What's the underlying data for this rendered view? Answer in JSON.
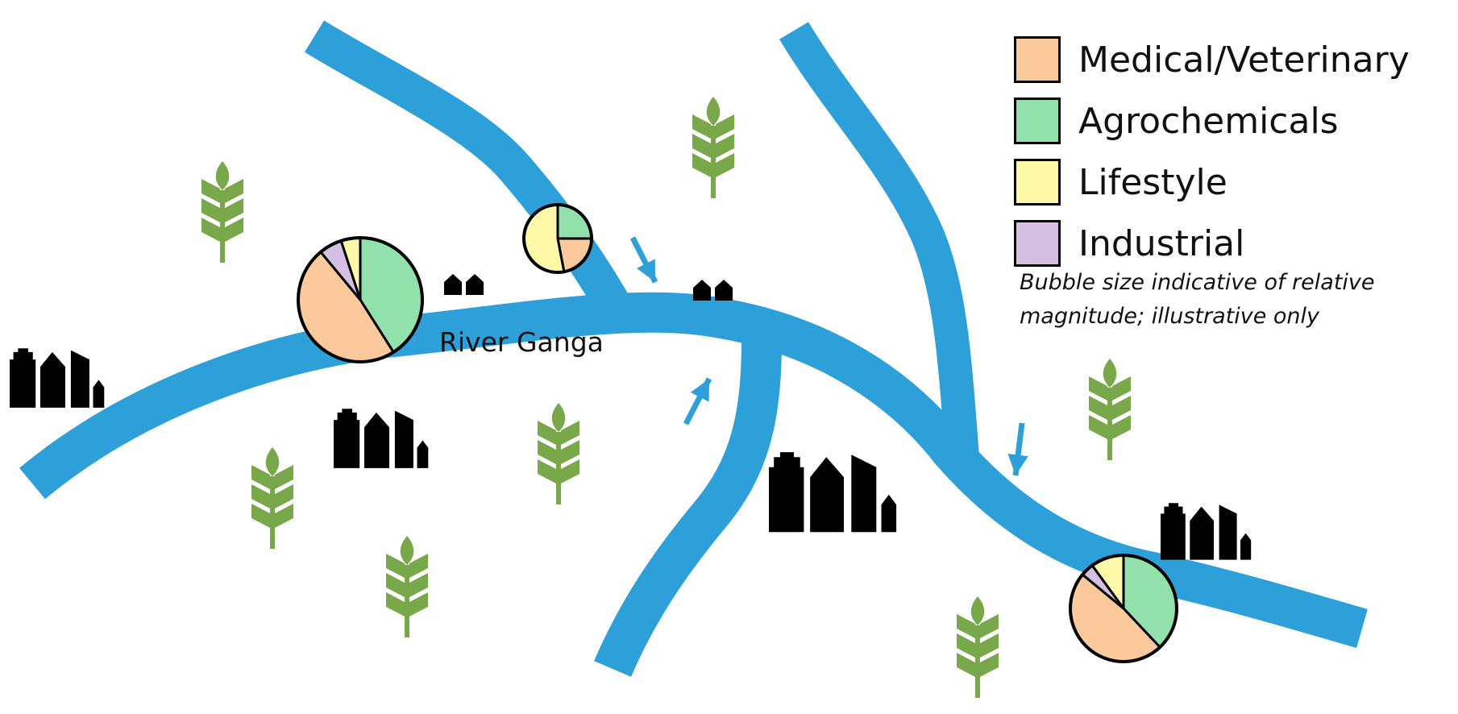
{
  "river_label": "River Ganga",
  "legend": [
    {
      "label": "Medical/Veterinary",
      "color": "#fcc99c"
    },
    {
      "label": "Agrochemicals",
      "color": "#92e0ac"
    },
    {
      "label": "Lifestyle",
      "color": "#fdf9a8"
    },
    {
      "label": "Industrial",
      "color": "#d5c0e4"
    }
  ],
  "note": "Bubble size indicative of relative magnitude; illustrative only",
  "colors": {
    "river": "#2d9fd9",
    "crop": "#78a849",
    "building": "#000000"
  },
  "chart_data": [
    {
      "type": "pie",
      "name": "west-bubble",
      "relative_size": "large",
      "slices": [
        {
          "category": "Medical/Veterinary",
          "value": 48
        },
        {
          "category": "Agrochemicals",
          "value": 41
        },
        {
          "category": "Lifestyle",
          "value": 5
        },
        {
          "category": "Industrial",
          "value": 6
        }
      ]
    },
    {
      "type": "pie",
      "name": "tributary-bubble",
      "relative_size": "small",
      "slices": [
        {
          "category": "Medical/Veterinary",
          "value": 22
        },
        {
          "category": "Agrochemicals",
          "value": 25
        },
        {
          "category": "Lifestyle",
          "value": 53
        },
        {
          "category": "Industrial",
          "value": 0
        }
      ]
    },
    {
      "type": "pie",
      "name": "east-bubble",
      "relative_size": "medium",
      "slices": [
        {
          "category": "Medical/Veterinary",
          "value": 48
        },
        {
          "category": "Agrochemicals",
          "value": 38
        },
        {
          "category": "Lifestyle",
          "value": 10
        },
        {
          "category": "Industrial",
          "value": 4
        }
      ]
    }
  ]
}
